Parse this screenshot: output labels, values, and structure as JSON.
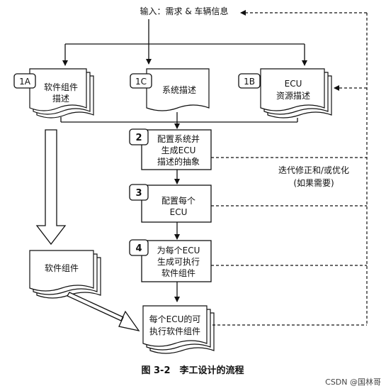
{
  "input_label": "输入：需求 & 车辆信息",
  "inputs": [
    {
      "id": "1A",
      "lines": [
        "软件组件",
        "描述"
      ]
    },
    {
      "id": "1C",
      "lines": [
        "系统描述"
      ]
    },
    {
      "id": "1B",
      "lines": [
        "ECU",
        "资源描述"
      ]
    }
  ],
  "steps": [
    {
      "num": "2",
      "lines": [
        "配置系统并",
        "生成ECU",
        "描述的抽象"
      ]
    },
    {
      "num": "3",
      "lines": [
        "配置每个",
        "ECU"
      ]
    },
    {
      "num": "4",
      "lines": [
        "为每个ECU",
        "生成可执行",
        "软件组件"
      ]
    }
  ],
  "outputs": {
    "software_components": [
      "软件组件"
    ],
    "per_ecu_executables": [
      "每个ECU的可",
      "执行软件组件"
    ]
  },
  "iteration_note": [
    "迭代修正和/或优化",
    "(如果需要)"
  ],
  "caption": "图 3-2　李工设计的流程",
  "watermark": "CSDN @国林哥"
}
